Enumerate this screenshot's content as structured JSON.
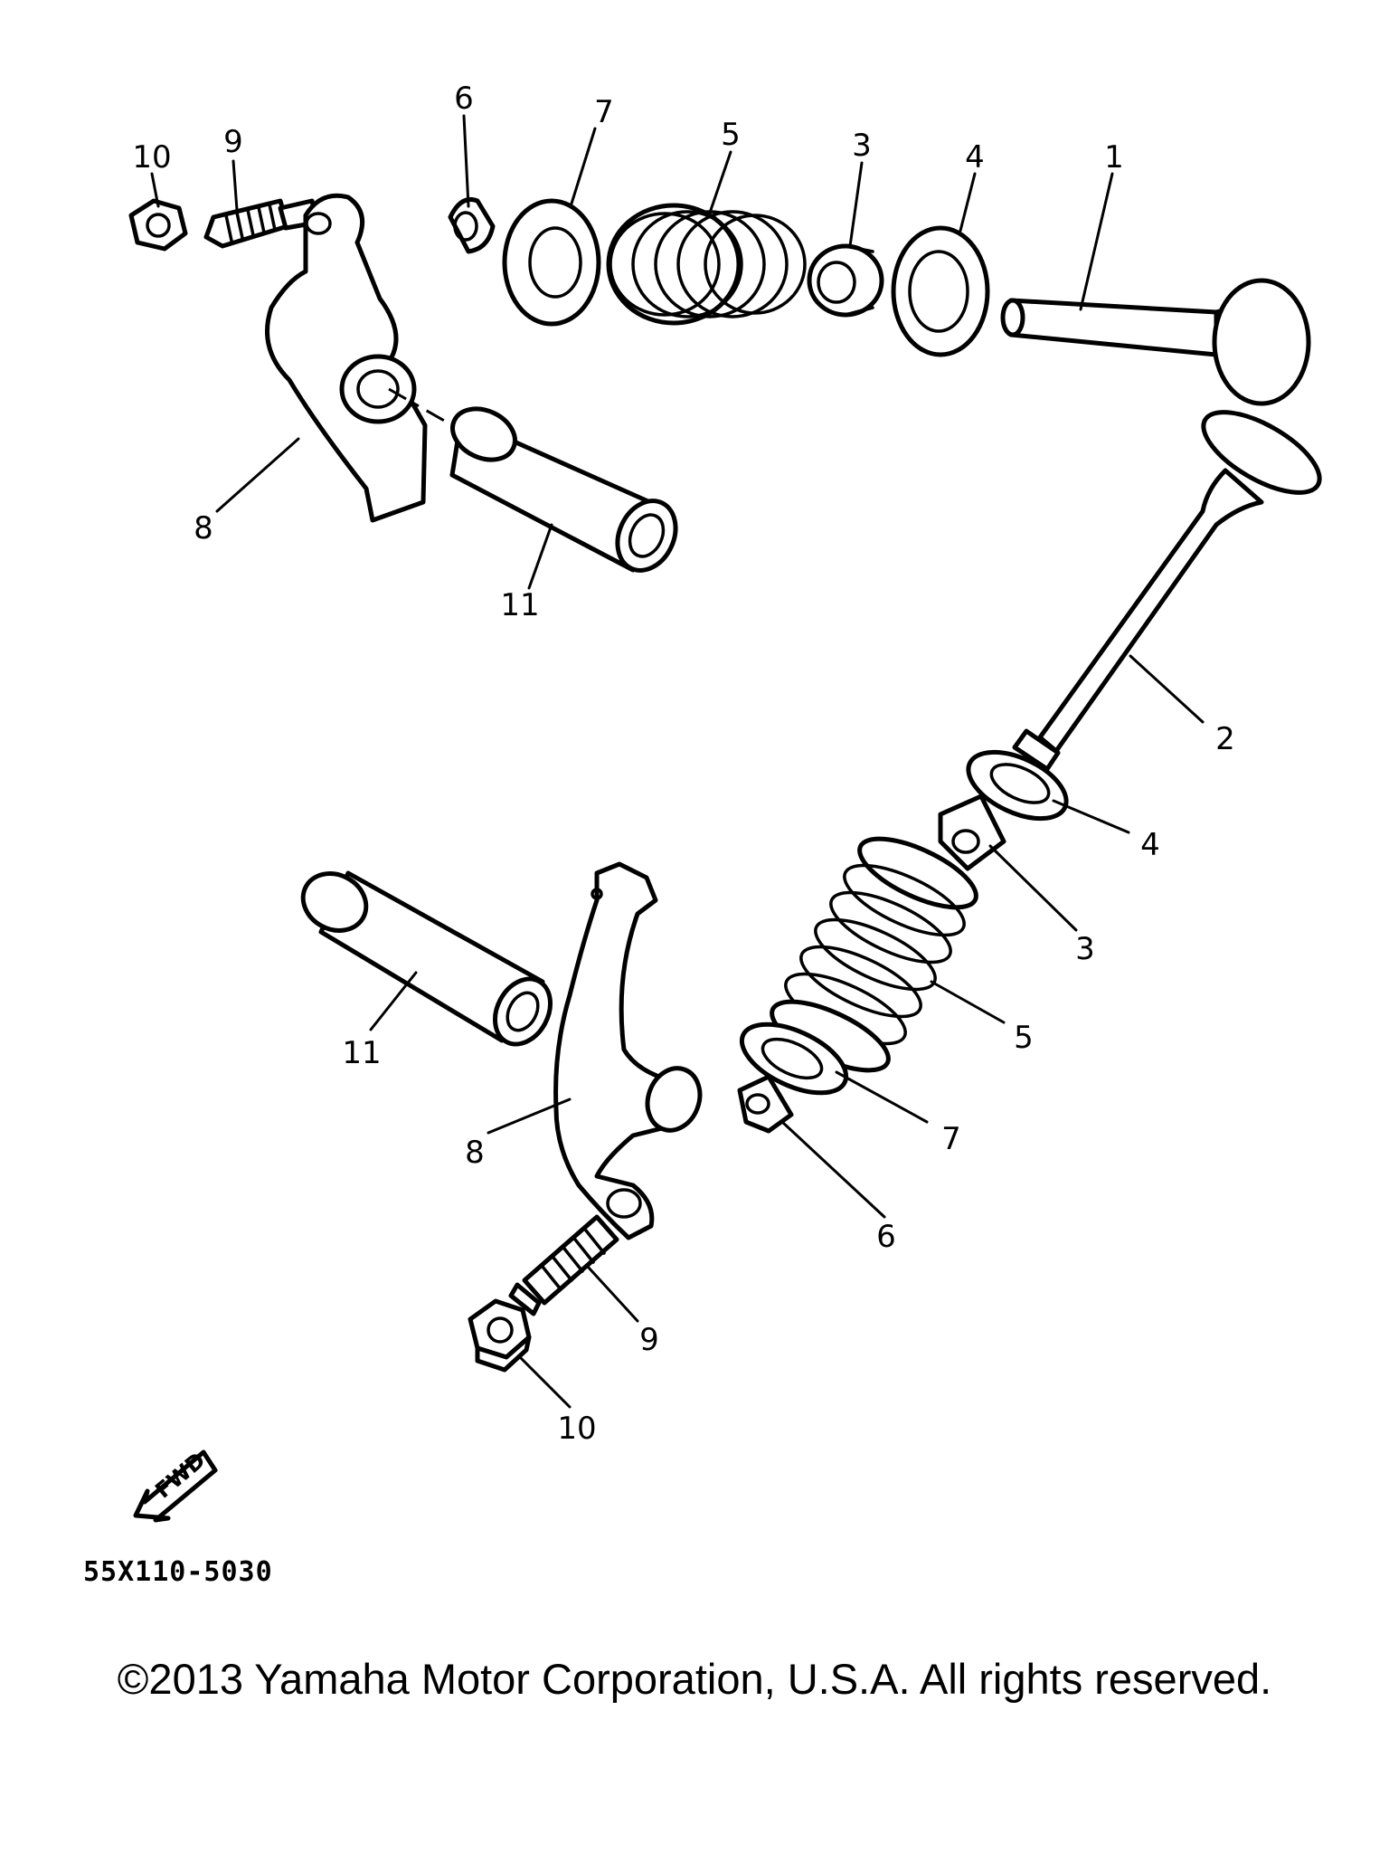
{
  "callouts": {
    "valve_1": "1",
    "valve_2": "2",
    "seal_3_top": "3",
    "seal_3_bottom": "3",
    "seat_4_top": "4",
    "seat_4_bottom": "4",
    "spring_5_top": "5",
    "spring_5_bottom": "5",
    "cotter_6_top": "6",
    "cotter_6_bottom": "6",
    "retainer_7_top": "7",
    "retainer_7_bottom": "7",
    "rocker_8_top": "8",
    "rocker_8_bottom": "8",
    "screw_9_top": "9",
    "screw_9_bottom": "9",
    "nut_10_top": "10",
    "nut_10_bottom": "10",
    "shaft_11_top": "11",
    "shaft_11_bottom": "11"
  },
  "fwd_label": "FWD",
  "diagram_code": "55X110-5030",
  "copyright": "©2013 Yamaha Motor Corporation, U.S.A. All rights reserved.",
  "colors": {
    "ink": "#000000",
    "background": "#ffffff"
  },
  "icons": {
    "forward": "fwd-arrow-icon"
  }
}
